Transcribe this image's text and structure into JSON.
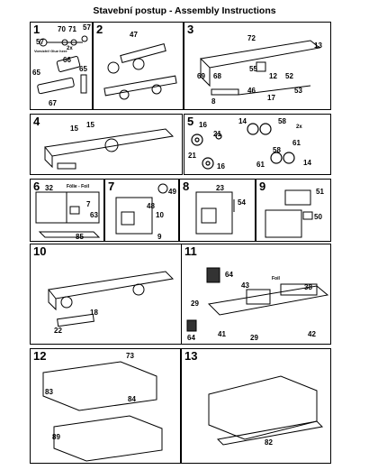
{
  "title": "Stavební postup - Assembly Instructions",
  "notes": {
    "glue": "Vorsicht! Glue here",
    "foil": "Fólie - Foil",
    "foil2": "Foil",
    "x2": "2x"
  },
  "steps": [
    {
      "number": "1",
      "parts": [
        "57",
        "70",
        "71",
        "57",
        "66",
        "65",
        "65",
        "67"
      ]
    },
    {
      "number": "2",
      "parts": [
        "47"
      ]
    },
    {
      "number": "3",
      "parts": [
        "72",
        "13",
        "55",
        "12",
        "52",
        "69",
        "68",
        "8",
        "46",
        "17",
        "53"
      ]
    },
    {
      "number": "4",
      "parts": [
        "15",
        "15"
      ]
    },
    {
      "number": "5",
      "parts": [
        "16",
        "21",
        "14",
        "58",
        "61",
        "21",
        "16",
        "61",
        "58",
        "14"
      ]
    },
    {
      "number": "6",
      "parts": [
        "32",
        "7",
        "63",
        "85"
      ]
    },
    {
      "number": "7",
      "parts": [
        "49",
        "48",
        "10",
        "9"
      ]
    },
    {
      "number": "8",
      "parts": [
        "23",
        "54"
      ]
    },
    {
      "number": "9",
      "parts": [
        "51",
        "50"
      ]
    },
    {
      "number": "10",
      "parts": [
        "18",
        "22"
      ]
    },
    {
      "number": "11",
      "parts": [
        "64",
        "29",
        "43",
        "38",
        "64",
        "41",
        "29",
        "42"
      ]
    },
    {
      "number": "12",
      "parts": [
        "73",
        "83",
        "84",
        "89"
      ]
    },
    {
      "number": "13",
      "parts": [
        "82"
      ]
    }
  ]
}
